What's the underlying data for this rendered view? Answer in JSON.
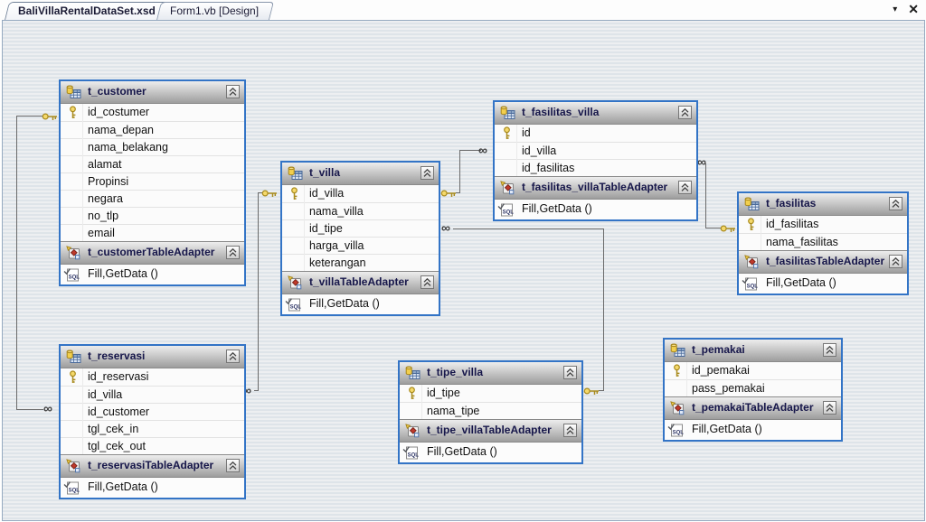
{
  "window": {
    "controls": {
      "menu_glyph": "▾",
      "close_glyph": "✕"
    }
  },
  "tabs": [
    {
      "label": "BaliVillaRentalDataSet.xsd",
      "active": true
    },
    {
      "label": "Form1.vb [Design]",
      "active": false
    }
  ],
  "dataset": {
    "many_glyph": "∞",
    "tables": [
      {
        "name": "t_customer",
        "columns": [
          {
            "name": "id_costumer",
            "key": true
          },
          {
            "name": "nama_depan",
            "key": false
          },
          {
            "name": "nama_belakang",
            "key": false
          },
          {
            "name": "alamat",
            "key": false
          },
          {
            "name": "Propinsi",
            "key": false
          },
          {
            "name": "negara",
            "key": false
          },
          {
            "name": "no_tlp",
            "key": false
          },
          {
            "name": "email",
            "key": false
          }
        ],
        "adapter": {
          "name": "t_customerTableAdapter",
          "method": "Fill,GetData ()"
        }
      },
      {
        "name": "t_villa",
        "columns": [
          {
            "name": "id_villa",
            "key": true
          },
          {
            "name": "nama_villa",
            "key": false
          },
          {
            "name": "id_tipe",
            "key": false
          },
          {
            "name": "harga_villa",
            "key": false
          },
          {
            "name": "keterangan",
            "key": false
          }
        ],
        "adapter": {
          "name": "t_villaTableAdapter",
          "method": "Fill,GetData ()"
        }
      },
      {
        "name": "t_fasilitas_villa",
        "columns": [
          {
            "name": "id",
            "key": true
          },
          {
            "name": "id_villa",
            "key": false
          },
          {
            "name": "id_fasilitas",
            "key": false
          }
        ],
        "adapter": {
          "name": "t_fasilitas_villaTableAdapter",
          "method": "Fill,GetData ()"
        }
      },
      {
        "name": "t_fasilitas",
        "columns": [
          {
            "name": "id_fasilitas",
            "key": true
          },
          {
            "name": "nama_fasilitas",
            "key": false
          }
        ],
        "adapter": {
          "name": "t_fasilitasTableAdapter",
          "method": "Fill,GetData ()"
        }
      },
      {
        "name": "t_reservasi",
        "columns": [
          {
            "name": "id_reservasi",
            "key": true
          },
          {
            "name": "id_villa",
            "key": false
          },
          {
            "name": "id_customer",
            "key": false
          },
          {
            "name": "tgl_cek_in",
            "key": false
          },
          {
            "name": "tgl_cek_out",
            "key": false
          }
        ],
        "adapter": {
          "name": "t_reservasiTableAdapter",
          "method": "Fill,GetData ()"
        }
      },
      {
        "name": "t_tipe_villa",
        "columns": [
          {
            "name": "id_tipe",
            "key": true
          },
          {
            "name": "nama_tipe",
            "key": false
          }
        ],
        "adapter": {
          "name": "t_tipe_villaTableAdapter",
          "method": "Fill,GetData ()"
        }
      },
      {
        "name": "t_pemakai",
        "columns": [
          {
            "name": "id_pemakai",
            "key": true
          },
          {
            "name": "pass_pemakai",
            "key": false
          }
        ],
        "adapter": {
          "name": "t_pemakaiTableAdapter",
          "method": "Fill,GetData ()"
        }
      }
    ],
    "relations": [
      {
        "key_table": "t_customer",
        "key_column": "id_costumer",
        "many_table": "t_reservasi",
        "many_column": "id_customer"
      },
      {
        "key_table": "t_villa",
        "key_column": "id_villa",
        "many_table": "t_reservasi",
        "many_column": "id_villa"
      },
      {
        "key_table": "t_villa",
        "key_column": "id_villa",
        "many_table": "t_fasilitas_villa",
        "many_column": "id_villa"
      },
      {
        "key_table": "t_tipe_villa",
        "key_column": "id_tipe",
        "many_table": "t_villa",
        "many_column": "id_tipe"
      },
      {
        "key_table": "t_fasilitas",
        "key_column": "id_fasilitas",
        "many_table": "t_fasilitas_villa",
        "many_column": "id_fasilitas"
      }
    ]
  },
  "colors": {
    "table_border": "#3374c6",
    "header_text": "#16164a",
    "relation_line": "#6b6b6b",
    "key_gold": "#c9a227"
  }
}
